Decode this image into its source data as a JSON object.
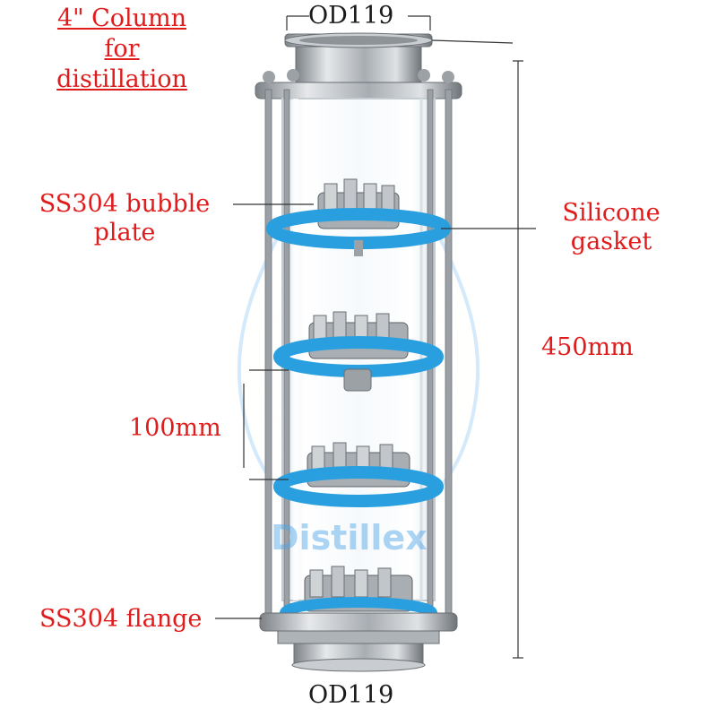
{
  "title": {
    "line1": "4\" Column",
    "line2": "for",
    "line3": "distillation"
  },
  "labels": {
    "top_od": "OD119",
    "bubble_plate_line1": "SS304 bubble",
    "bubble_plate_line2": "plate",
    "silicone_line1": "Silicone",
    "silicone_line2": "gasket",
    "height": "450mm",
    "spacing": "100mm",
    "flange": "SS304 flange",
    "bottom_od": "OD119"
  },
  "watermark": "Distillex",
  "colors": {
    "label_red": "#e01b1b",
    "gasket_blue": "#2a9fe0",
    "steel": "#b9bdc1",
    "watermark_blue": "#4aa3e8"
  }
}
